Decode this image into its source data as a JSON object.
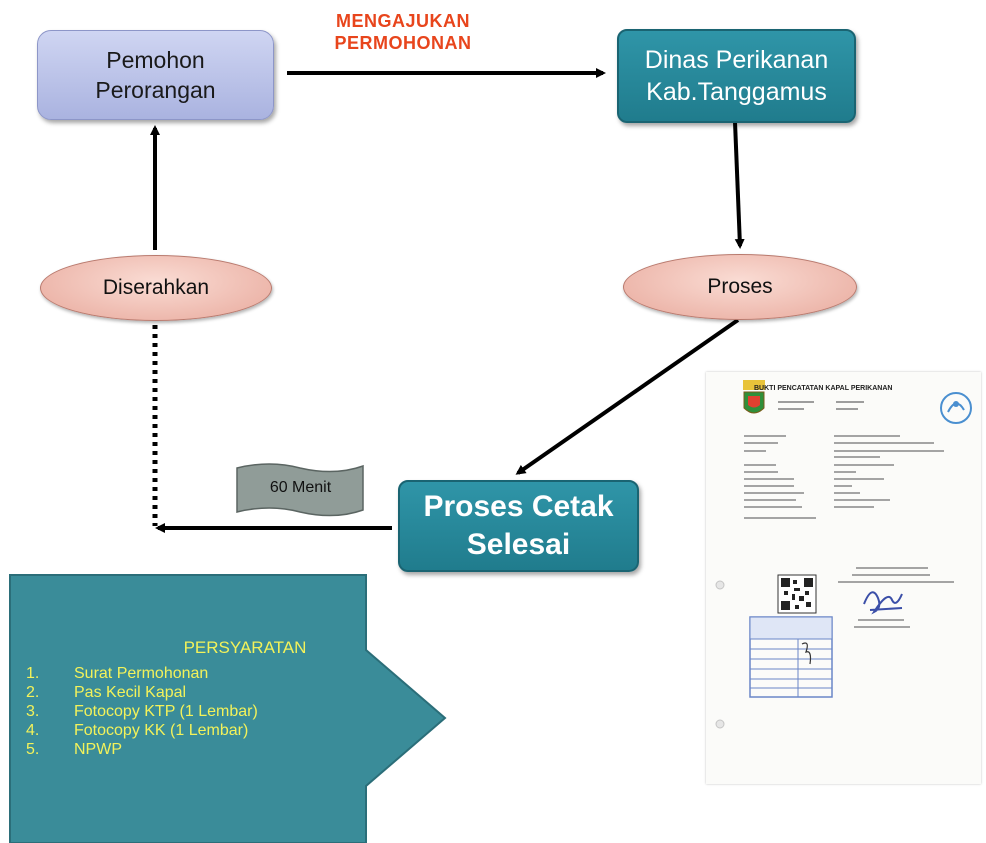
{
  "nodes": {
    "applicant": {
      "line1": "Pemohon",
      "line2": "Perorangan"
    },
    "dinas": {
      "line1": "Dinas Perikanan",
      "line2": "Kab.Tanggamus"
    },
    "proses": "Proses",
    "cetak": {
      "line1": "Proses Cetak",
      "line2": "Selesai"
    },
    "diserahkan": "Diserahkan"
  },
  "edge_labels": {
    "mengajukan": {
      "line1": "MENGAJUKAN",
      "line2": "PERMOHONAN"
    },
    "duration": "60 Menit"
  },
  "requirements": {
    "title": "PERSYARATAN",
    "items": [
      {
        "num": "1.",
        "text": "Surat Permohonan"
      },
      {
        "num": "2.",
        "text": "Pas Kecil Kapal"
      },
      {
        "num": "3.",
        "text": "Fotocopy KTP (1 Lembar)"
      },
      {
        "num": "4.",
        "text": "Fotocopy KK (1 Lembar)"
      },
      {
        "num": "5.",
        "text": "NPWP"
      }
    ]
  },
  "document": {
    "title": "BUKTI PENCATATAN KAPAL PERIKANAN"
  },
  "colors": {
    "teal": "#2a8b9c",
    "callout": "#3a8c99",
    "accent_text": "#f3f25a",
    "mengajukan": "#e8451c"
  }
}
